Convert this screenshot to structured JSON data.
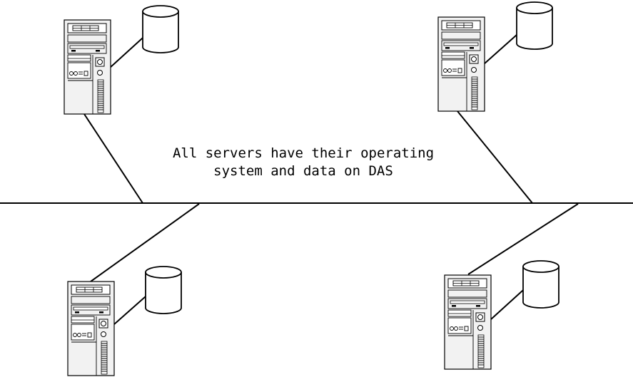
{
  "caption": {
    "line1": "All servers have their operating",
    "line2": "system and data on DAS"
  },
  "colors": {
    "line": "#000000",
    "server_fill": "#f2f2f2",
    "background": "#ffffff"
  },
  "nodes": {
    "server_names": [
      "server-top-left",
      "server-top-right",
      "server-bottom-left",
      "server-bottom-right"
    ],
    "storage_names": [
      "das-disk-top-left",
      "das-disk-top-right",
      "das-disk-bottom-left",
      "das-disk-bottom-right"
    ]
  }
}
